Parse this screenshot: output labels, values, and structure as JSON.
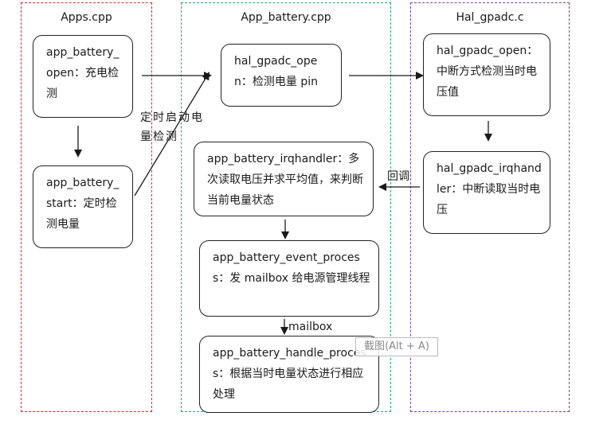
{
  "lanes": {
    "apps": "Apps.cpp",
    "battery": "App_battery.cpp",
    "hal": "Hal_gpadc.c"
  },
  "nodes": {
    "apps_open": "app_battery_open：充电检测",
    "apps_start": "app_battery_start：定时检测电量",
    "bat_gpadc_open": "hal_gpadc_open：检测电量 pin",
    "bat_irqhandler": "app_battery_irqhandler：多次读取电压并求平均值，来判断当前电量状态",
    "bat_event_process": "app_battery_event_process：发 mailbox 给电源管理线程",
    "bat_handle_process": "app_battery_handle_process：根据当时电量状态进行相应处理",
    "hal_open": "hal_gpadc_open：中断方式检测当时电压值",
    "hal_irqhandler": "hal_gpadc_irqhandler：中断读取当时电压"
  },
  "edge_labels": {
    "timer": "定时启动电量检测",
    "callback": "回调",
    "mailbox": "mailbox"
  },
  "overlay": {
    "screenshot_hint": "截图(Alt + A)"
  },
  "colors": {
    "apps_border": "#e0242a",
    "battery_border": "#1ea76a",
    "hal_border": "#7b3fa0"
  }
}
